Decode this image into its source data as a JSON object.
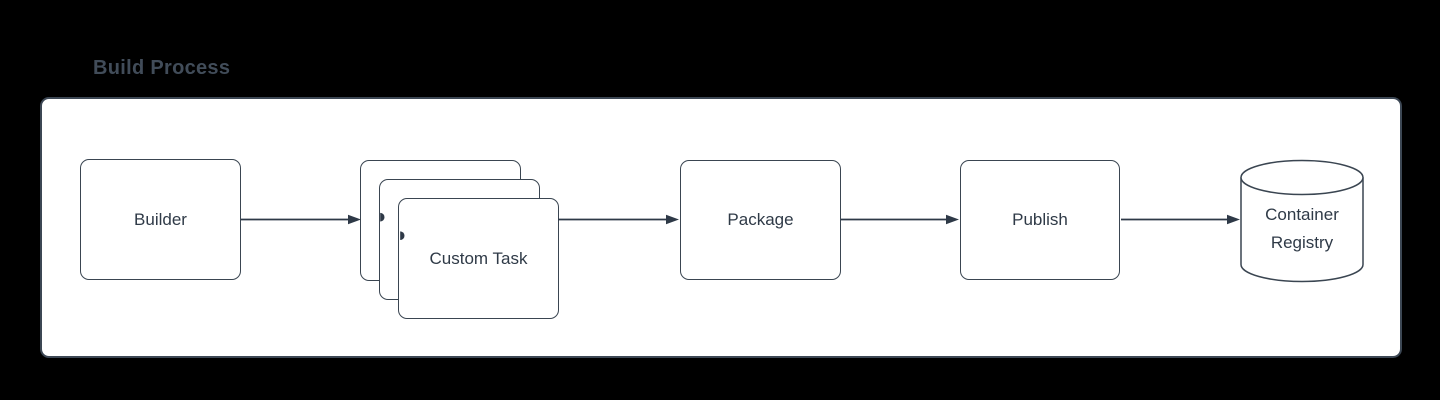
{
  "title": "Build Process",
  "colors": {
    "canvas_background": "#000000",
    "panel_background": "#ffffff",
    "shape_stroke": "#3a4551",
    "connector": "#2e3947",
    "text": "#2f3a47",
    "title_text": "#414c59"
  },
  "diagram": {
    "nodes": [
      {
        "id": "builder",
        "label": "Builder",
        "shape": "rounded-rectangle"
      },
      {
        "id": "custom-task",
        "label": "Custom Task",
        "shape": "stacked-rounded-rectangles",
        "stack_count": 3
      },
      {
        "id": "package",
        "label": "Package",
        "shape": "rounded-rectangle"
      },
      {
        "id": "publish",
        "label": "Publish",
        "shape": "rounded-rectangle"
      },
      {
        "id": "container-registry",
        "label": "Container Registry",
        "shape": "cylinder"
      }
    ],
    "edges": [
      {
        "from": "builder",
        "to": "custom-task",
        "style": "solid-arrow"
      },
      {
        "from": "custom-task",
        "to": "package",
        "style": "solid-arrow"
      },
      {
        "from": "package",
        "to": "publish",
        "style": "solid-arrow"
      },
      {
        "from": "publish",
        "to": "container-registry",
        "style": "solid-arrow"
      }
    ]
  }
}
